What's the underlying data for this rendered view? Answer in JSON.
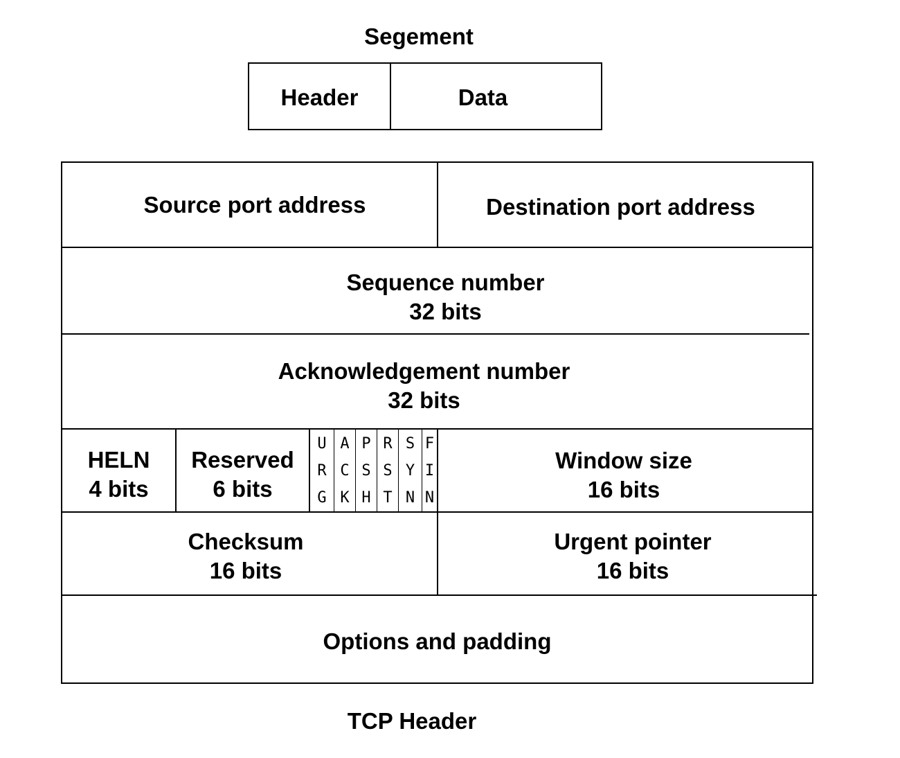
{
  "segment": {
    "title": "Segement",
    "header_label": "Header",
    "data_label": "Data"
  },
  "tcp": {
    "source_port": "Source port address",
    "destination_port": "Destination port address",
    "sequence": {
      "label": "Sequence number",
      "bits": "32 bits"
    },
    "acknowledgement": {
      "label": "Acknowledgement number",
      "bits": "32 bits"
    },
    "heln": {
      "label": "HELN",
      "bits": "4 bits"
    },
    "reserved": {
      "label": "Reserved",
      "bits": "6 bits"
    },
    "flags": [
      {
        "letters": [
          "U",
          "R",
          "G"
        ]
      },
      {
        "letters": [
          "A",
          "C",
          "K"
        ]
      },
      {
        "letters": [
          "P",
          "S",
          "H"
        ]
      },
      {
        "letters": [
          "R",
          "S",
          "T"
        ]
      },
      {
        "letters": [
          "S",
          "Y",
          "N"
        ]
      },
      {
        "letters": [
          "F",
          "I",
          "N"
        ]
      }
    ],
    "window_size": {
      "label": "Window size",
      "bits": "16 bits"
    },
    "checksum": {
      "label": "Checksum",
      "bits": "16 bits"
    },
    "urgent_pointer": {
      "label": "Urgent pointer",
      "bits": "16 bits"
    },
    "options": "Options and padding"
  },
  "footer": "TCP Header"
}
